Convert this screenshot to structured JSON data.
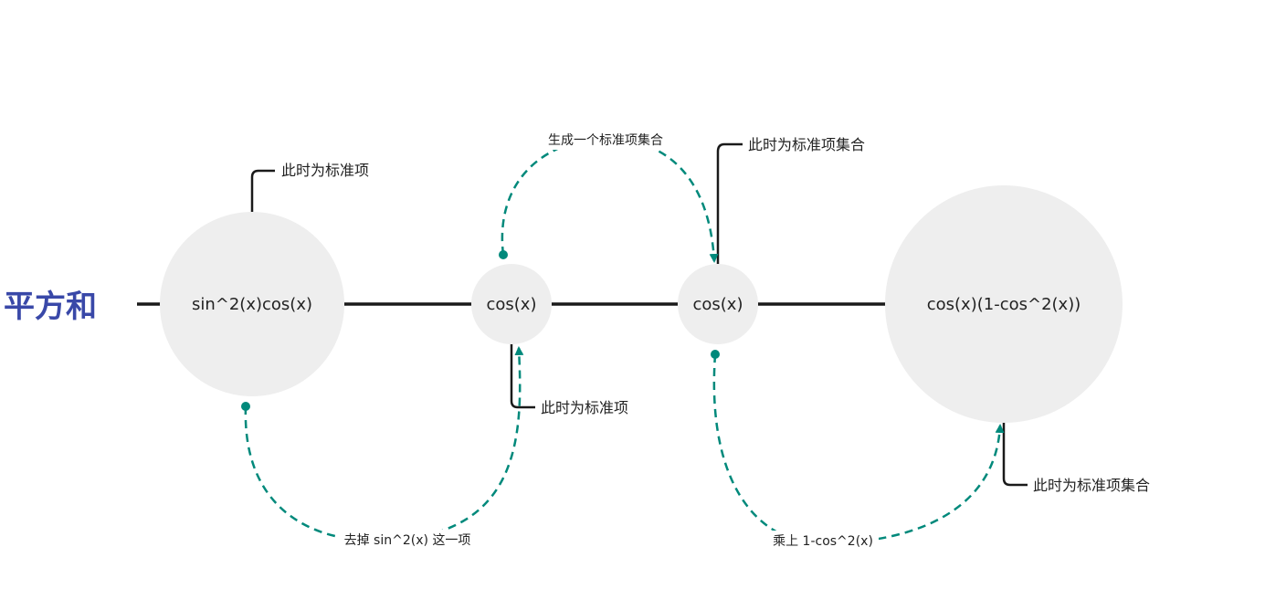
{
  "title": "平方和",
  "nodes": [
    {
      "label": "sin^2(x)cos(x)"
    },
    {
      "label": "cos(x)"
    },
    {
      "label": "cos(x)"
    },
    {
      "label": "cos(x)(1-cos^2(x))"
    }
  ],
  "callouts": [
    {
      "text": "此时为标准项"
    },
    {
      "text": "此时为标准项"
    },
    {
      "text": "此时为标准项集合"
    },
    {
      "text": "此时为标准项集合"
    }
  ],
  "transitions": [
    {
      "label": "去掉 sin^2(x) 这一项"
    },
    {
      "label": "生成一个标准项集合"
    },
    {
      "label": "乘上 1-cos^2(x)"
    }
  ],
  "colors": {
    "title": "#3948a8",
    "node_fill": "#eeeeee",
    "line": "#1a1a1a",
    "arc": "#00897b"
  }
}
